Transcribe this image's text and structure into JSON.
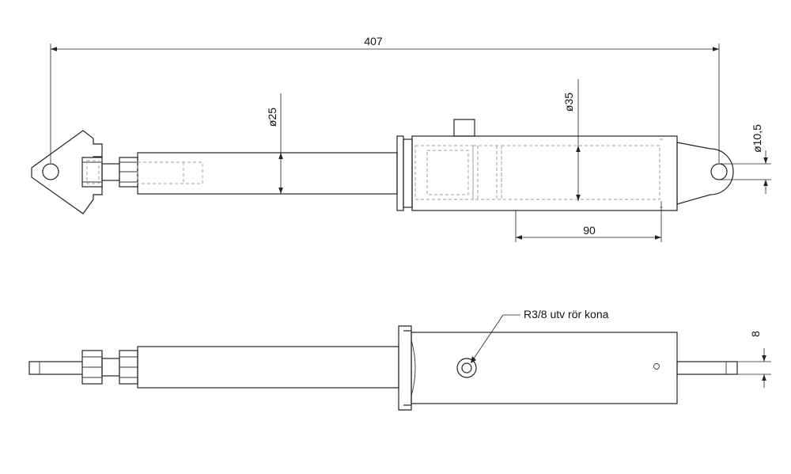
{
  "drawing": {
    "dimensions": {
      "overall_length": "407",
      "rod_diameter": "ø25",
      "body_diameter": "ø35",
      "eye_hole_diameter": "ø10,5",
      "stroke_length": "90",
      "pin_width": "8"
    },
    "annotations": {
      "port_callout": "R3/8 utv rör kona"
    }
  }
}
